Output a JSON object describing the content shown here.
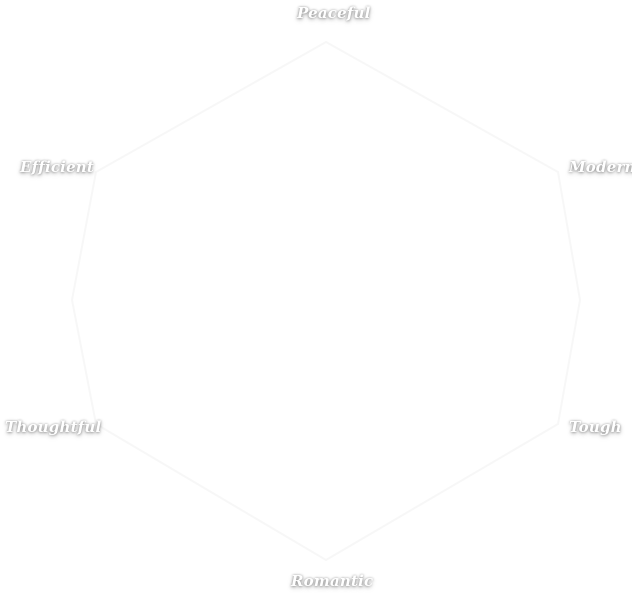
{
  "diagram": {
    "labels": {
      "top": "Peaceful",
      "upper_left": "Efficient",
      "upper_right": "Modern",
      "lower_left": "Thoughtful",
      "lower_right": "Tough",
      "bottom": "Romantic"
    },
    "colors": {
      "background": "#ffffff",
      "label_text": "#ffffff",
      "ring": "#f6f6f6"
    }
  }
}
